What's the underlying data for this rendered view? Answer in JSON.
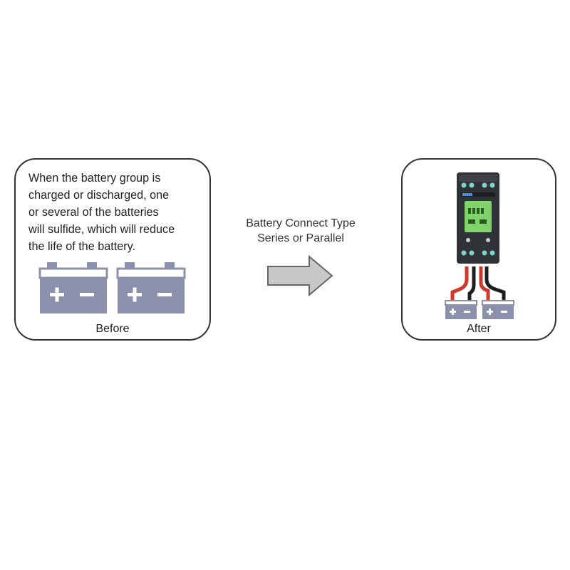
{
  "before": {
    "description_lines": [
      "When the battery group is",
      "charged or discharged, one",
      "or several of the batteries",
      "will sulfide, which will reduce",
      "the life of the battery."
    ],
    "caption": "Before"
  },
  "middle": {
    "line1": "Battery Connect Type",
    "line2": "Series or Parallel"
  },
  "after": {
    "caption": "After"
  },
  "colors": {
    "battery_body": "#8b91ad",
    "battery_top": "#ffffff",
    "panel_border": "#333333",
    "arrow_fill": "#c8c8c8",
    "arrow_stroke": "#666666",
    "device_body": "#2f3236",
    "device_screen": "#7fd36a",
    "cable_red": "#d03a2c",
    "cable_black": "#1e1e1e"
  }
}
